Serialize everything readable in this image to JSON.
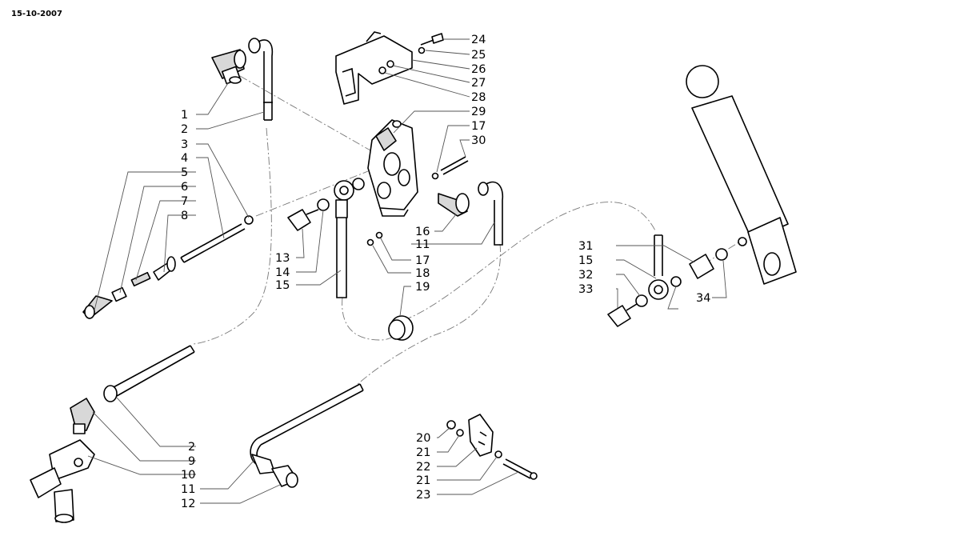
{
  "header": {
    "date": "15-10-2007"
  },
  "labels": {
    "l1": "1",
    "l2a": "2",
    "l3": "3",
    "l4": "4",
    "l5": "5",
    "l6": "6",
    "l7": "7",
    "l8": "8",
    "l13": "13",
    "l14": "14",
    "l15a": "15",
    "l24": "24",
    "l25": "25",
    "l26": "26",
    "l27": "27",
    "l28": "28",
    "l29": "29",
    "l17a": "17",
    "l30": "30",
    "l16": "16",
    "l11a": "11",
    "l17b": "17",
    "l18": "18",
    "l19": "19",
    "l31": "31",
    "l15b": "15",
    "l32": "32",
    "l33": "33",
    "l34": "34",
    "l2b": "2",
    "l9": "9",
    "l10": "10",
    "l11b": "11",
    "l12": "12",
    "l20": "20",
    "l21a": "21",
    "l22": "22",
    "l21b": "21",
    "l23": "23"
  },
  "icons": {
    "fitting": "elbow-fitting-icon",
    "hose": "hydraulic-hose-icon",
    "valve": "control-valve-icon",
    "cylinder": "hydraulic-cylinder-icon",
    "bracket": "mounting-bracket-icon",
    "bolt": "bolt-icon",
    "washer": "washer-icon",
    "clamp": "hose-clamp-icon"
  }
}
